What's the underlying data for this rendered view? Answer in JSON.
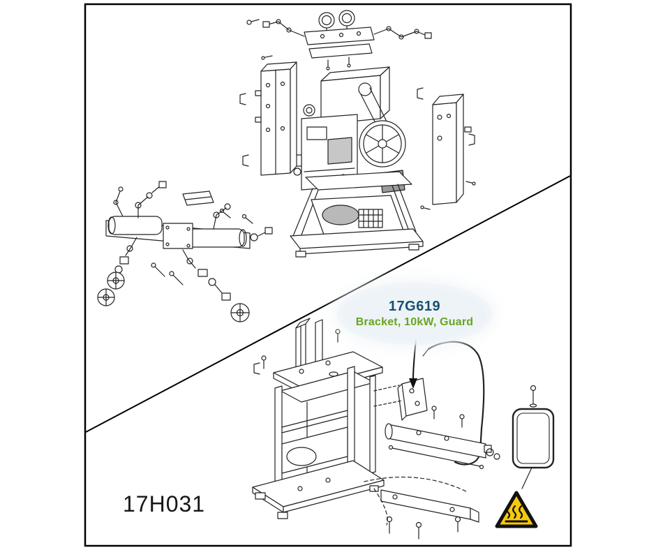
{
  "figure_label": {
    "text": "17H031"
  },
  "callout": {
    "part_number": "17G619",
    "description": "Bracket, 10kW, Guard",
    "part_number_color": "#17506f",
    "description_color": "#68a51f",
    "badge_background": "#edf3f7"
  },
  "warning_icon": {
    "name": "hot-surface-warning-icon",
    "fill_color": "#f6c80e",
    "border_color": "#111111"
  },
  "artwork": {
    "stroke_color": "#222222",
    "frame_border_color": "#000000"
  }
}
